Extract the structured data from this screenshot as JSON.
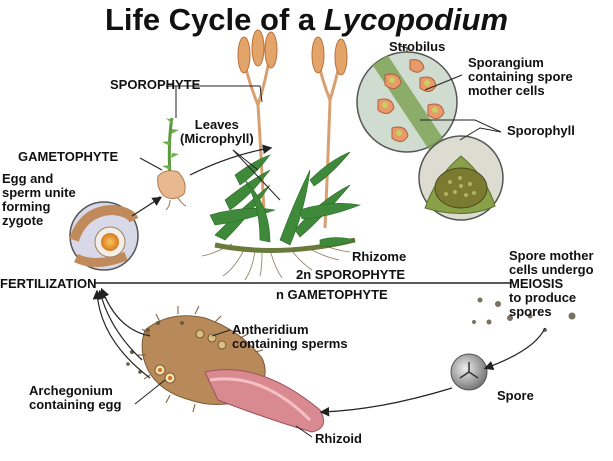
{
  "title": {
    "main": "Life Cycle of a",
    "italic": "Lycopodium"
  },
  "labels": {
    "sporophyte": "SPOROPHYTE",
    "leaves_line1": "Leaves",
    "leaves_line2": "(Microphyll)",
    "gametophyte": "GAMETOPHYTE",
    "egg_line1": "Egg and",
    "egg_line2": "sperm unite",
    "egg_line3": "forming",
    "egg_line4": "zygote",
    "strobilus": "Strobilus",
    "sporangium_line1": "Sporangium",
    "sporangium_line2": "containing spore",
    "sporangium_line3": "mother cells",
    "sporophyll": "Sporophyll",
    "rhizome": "Rhizome",
    "diploid": "2n SPOROPHYTE",
    "haploid": "n GAMETOPHYTE",
    "fertilization": "FERTILIZATION",
    "meiosis_line1": "Spore mother",
    "meiosis_line2": "cells undergo",
    "meiosis_line3": "MEIOSIS",
    "meiosis_line4": "to produce",
    "meiosis_line5": "spores",
    "antheridium_line1": "Antheridium",
    "antheridium_line2": "containing sperms",
    "archegonium_line1": "Archegonium",
    "archegonium_line2": "containing egg",
    "spore": "Spore",
    "rhizoid": "Rhizoid"
  }
}
